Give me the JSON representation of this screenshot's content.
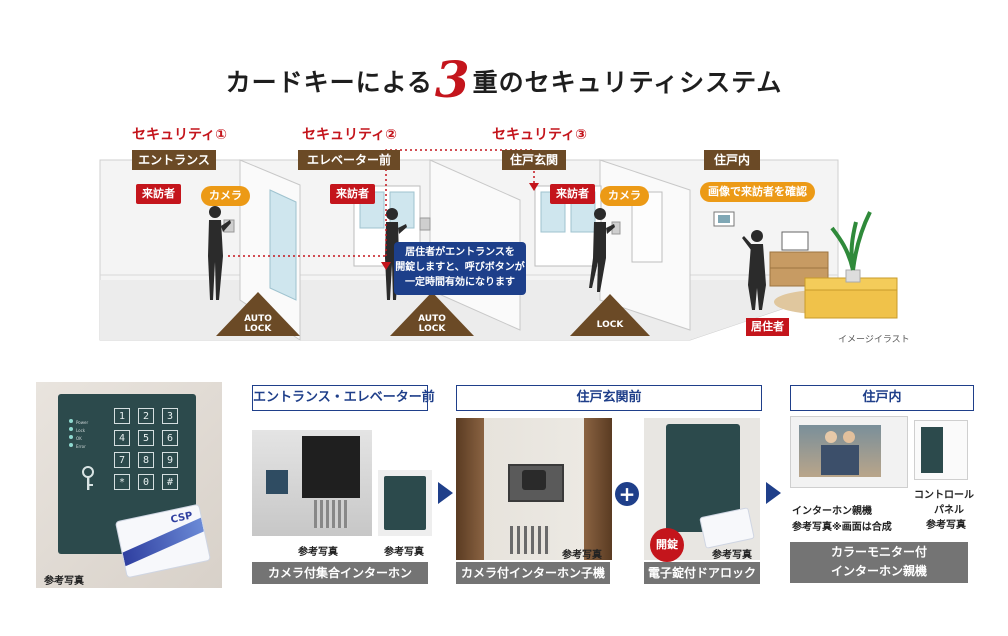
{
  "title": {
    "prefix": "カードキーによる",
    "number": "3",
    "suffix": "重のセキュリティシステム"
  },
  "security": [
    {
      "label": "セキュリティ①",
      "zone": "エントランス",
      "lock": [
        "AUTO",
        "LOCK"
      ]
    },
    {
      "label": "セキュリティ②",
      "zone": "エレベーター前",
      "lock": [
        "AUTO",
        "LOCK"
      ]
    },
    {
      "label": "セキュリティ③",
      "zone": "住戸玄関",
      "lock": [
        "LOCK"
      ]
    }
  ],
  "unit_zone": "住戸内",
  "visitor_label": "来訪者",
  "camera_label": "カメラ",
  "monitor_bubble": "画像で来訪者を確認",
  "resident_label": "居住者",
  "note_lines": [
    "居住者がエントランスを",
    "開錠しますと、呼びボタンが",
    "一定時間有効になります"
  ],
  "image_caption": "イメージイラスト",
  "bottom": {
    "keypad_caption": "参考写真",
    "keypad_keys": [
      "1",
      "2",
      "3",
      "4",
      "5",
      "6",
      "7",
      "8",
      "9",
      "*",
      "0",
      "#"
    ],
    "keypad_indicators": [
      "Power",
      "Lock",
      "OK",
      "Error"
    ],
    "card_logo": "CSP",
    "sections": [
      {
        "title": "エントランス・エレベーター前",
        "photo_caps": [
          "参考写真",
          "参考写真"
        ],
        "caption": "カメラ付集合インターホン"
      },
      {
        "title": "住戸玄関前",
        "photo_caps": [
          "参考写真",
          "参考写真"
        ],
        "captions": [
          "カメラ付インターホン子機",
          "電子錠付ドアロック"
        ],
        "open_badge": "開錠"
      },
      {
        "title": "住戸内",
        "monitor_note": [
          "インターホン親機",
          "参考写真※画面は合成"
        ],
        "panel_note": [
          "コントロール",
          "パネル",
          "参考写真"
        ],
        "caption": [
          "カラーモニター付",
          "インターホン親機"
        ]
      }
    ]
  },
  "colors": {
    "accent_red": "#c4151c",
    "navy": "#1f3f8a",
    "brown": "#6b4a26",
    "orange": "#ec9a16",
    "caption_grey": "#747474"
  }
}
